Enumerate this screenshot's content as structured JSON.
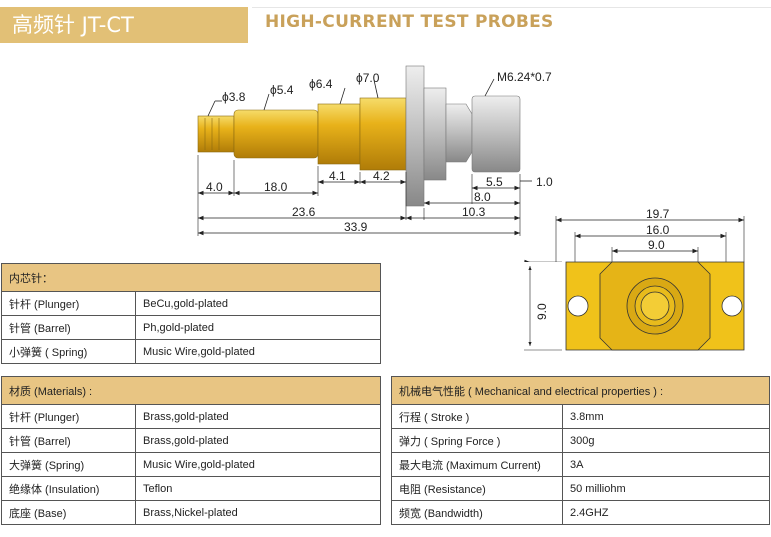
{
  "header": {
    "title_cn": "高频针 JT-CT",
    "title_en": "HIGH-CURRENT TEST PROBES"
  },
  "drawing": {
    "labels": {
      "d38": "ϕ3.8",
      "d54": "ϕ5.4",
      "d64": "ϕ6.4",
      "d70": "ϕ7.0",
      "thread": "M6.24*0.7",
      "l40": "4.0",
      "l180": "18.0",
      "l41": "4.1",
      "l42": "4.2",
      "l236": "23.6",
      "l339": "33.9",
      "l55": "5.5",
      "l10": "1.0",
      "l80": "8.0",
      "l103": "10.3"
    },
    "flange": {
      "w197": "19.7",
      "w160": "16.0",
      "w90": "9.0",
      "h90": "9.0"
    }
  },
  "inner_table": {
    "header": "内芯针：",
    "rows": [
      {
        "label": "针杆 (Plunger)",
        "value": "BeCu,gold-plated"
      },
      {
        "label": "针管 (Barrel)",
        "value": "Ph,gold-plated"
      },
      {
        "label": "小弹簧 ( Spring)",
        "value": "Music Wire,gold-plated"
      }
    ]
  },
  "materials_table": {
    "header": "材质 (Materials) :",
    "rows": [
      {
        "label": "针杆 (Plunger)",
        "value": "Brass,gold-plated"
      },
      {
        "label": "针管 (Barrel)",
        "value": "Brass,gold-plated"
      },
      {
        "label": "大弹簧 (Spring)",
        "value": "Music Wire,gold-plated"
      },
      {
        "label": "绝缘体 (Insulation)",
        "value": "Teflon"
      },
      {
        "label": "底座 (Base)",
        "value": "Brass,Nickel-plated"
      }
    ]
  },
  "props_table": {
    "header": "机械电气性能 ( Mechanical and electrical properties ) :",
    "rows": [
      {
        "label": "行程 ( Stroke )",
        "value": "3.8mm"
      },
      {
        "label": "弹力 ( Spring Force )",
        "value": "300g"
      },
      {
        "label": "最大电流 (Maximum Current)",
        "value": "3A"
      },
      {
        "label": "电阻 (Resistance)",
        "value": "50 milliohm"
      },
      {
        "label": "频宽 (Bandwidth)",
        "value": "2.4GHZ"
      }
    ]
  },
  "colors": {
    "gold": "#e8b21a",
    "header_bg": "#e2c076",
    "title_en": "#c9a15a",
    "table_head": "#e8c583"
  }
}
